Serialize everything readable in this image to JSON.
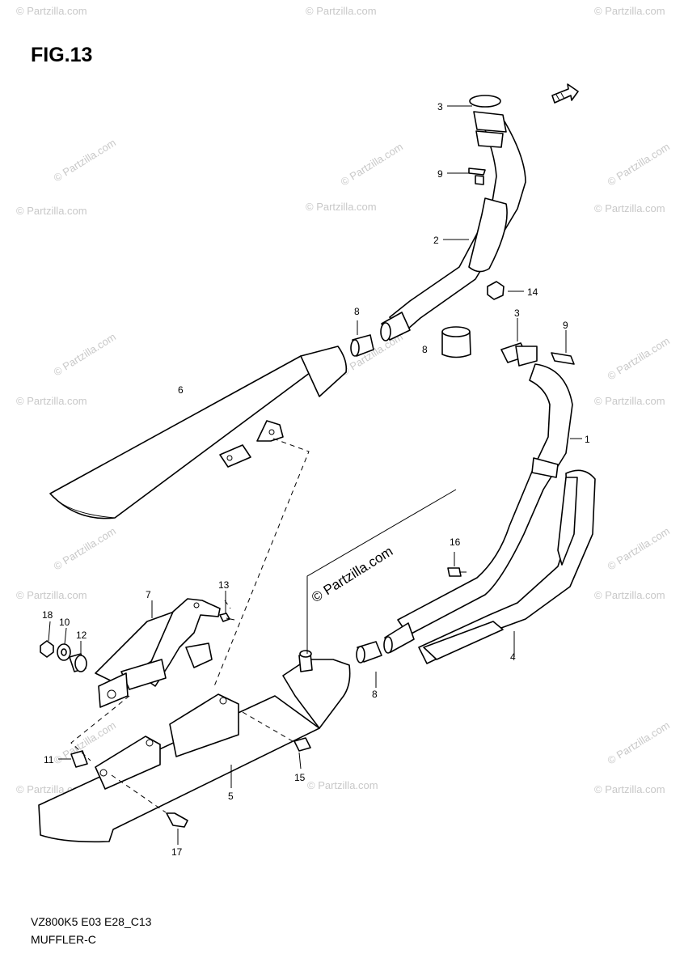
{
  "header": {
    "figure_title": "FIG.13"
  },
  "footer": {
    "model_code": "VZ800K5 E03 E28_C13",
    "section_name": "MUFFLER-C"
  },
  "watermark": {
    "text": "© Partzilla.com"
  },
  "callouts": {
    "c1": "1",
    "c2": "2",
    "c3a": "3",
    "c3b": "3",
    "c4": "4",
    "c5": "5",
    "c6": "6",
    "c7": "7",
    "c8a": "8",
    "c8b": "8",
    "c8c": "8",
    "c9a": "9",
    "c9b": "9",
    "c10": "10",
    "c11": "11",
    "c12": "12",
    "c13": "13",
    "c14": "14",
    "c15": "15",
    "c16": "16",
    "c17": "17",
    "c18": "18"
  }
}
